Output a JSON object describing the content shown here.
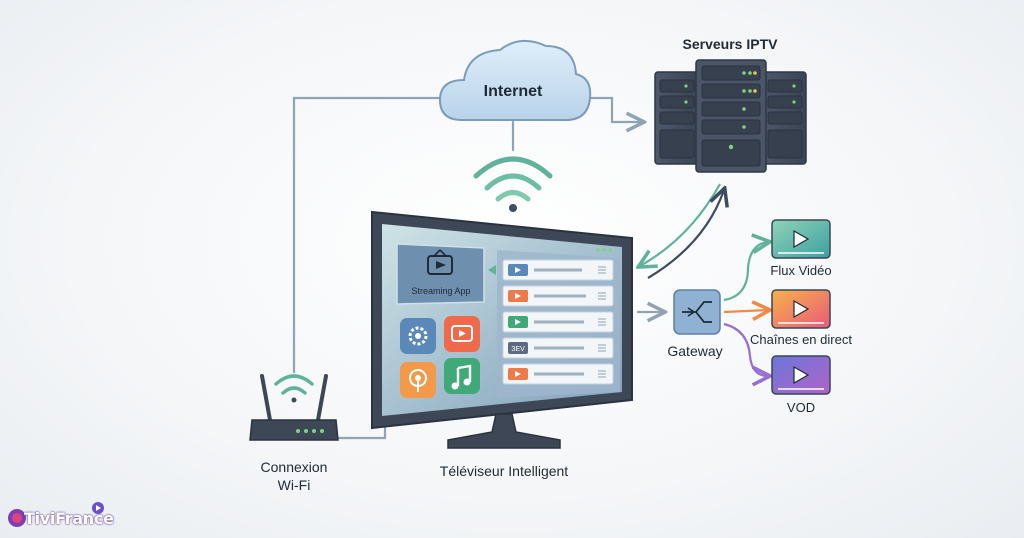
{
  "diagram": {
    "internet_label": "Internet",
    "servers_label": "Serveurs IPTV",
    "tv_label": "Téléviseur Intelligent",
    "router_label_line1": "Connexion",
    "router_label_line2": "Wi-Fi",
    "gateway_label": "Gateway",
    "streaming_app_label": "Streaming App",
    "list_tag": "ЗЕV",
    "outputs": [
      {
        "label": "Flux Vidéo",
        "color": "#4aa88a"
      },
      {
        "label": "Chaînes en direct",
        "color": "#ef8a4a"
      },
      {
        "label": "VOD",
        "color": "#8e63c9"
      }
    ]
  },
  "brand": {
    "logo_text": "TiviFrance"
  },
  "colors": {
    "line": "#8fa3b3",
    "teal": "#5fb39b",
    "orange": "#f08a46",
    "purple": "#9a6fd3",
    "navy": "#3f4c60",
    "blue": "#5a88b8"
  }
}
